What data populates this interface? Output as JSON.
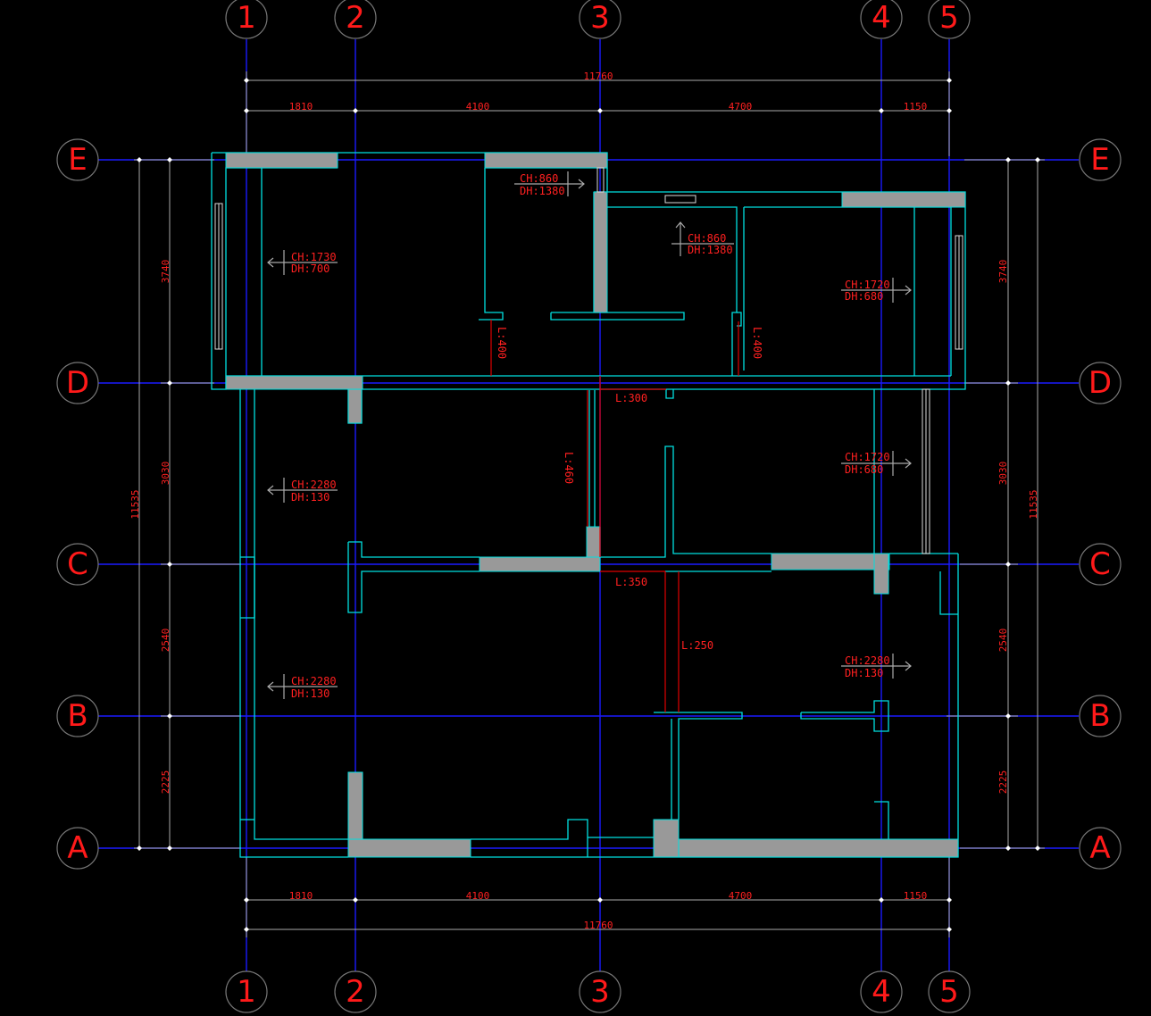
{
  "column_axes": [
    "1",
    "2",
    "3",
    "4",
    "5"
  ],
  "row_axes": [
    "E",
    "D",
    "C",
    "B",
    "A"
  ],
  "dimensions": {
    "total_horizontal": "11760",
    "horizontal_segments": [
      "1810",
      "4100",
      "4700",
      "1150"
    ],
    "total_vertical": "11535",
    "vertical_segments": [
      "3740",
      "3030",
      "2540",
      "2225"
    ]
  },
  "ceiling_notes": [
    {
      "ch": "CH:1730",
      "dh": "DH:700"
    },
    {
      "ch": "CH:860",
      "dh": "DH:1380"
    },
    {
      "ch": "CH:860",
      "dh": "DH:1380"
    },
    {
      "ch": "CH:1720",
      "dh": "DH:680"
    },
    {
      "ch": "CH:2280",
      "dh": "DH:130"
    },
    {
      "ch": "CH:1720",
      "dh": "DH:680"
    },
    {
      "ch": "CH:2280",
      "dh": "DH:130"
    },
    {
      "ch": "CH:2280",
      "dh": "DH:130"
    }
  ],
  "length_labels": [
    "L:400",
    "L:400",
    "L:300",
    "L:460",
    "L:350",
    "L:250"
  ],
  "colors": {
    "background": "#000000",
    "axis_line": "#1a1aff",
    "axis_label": "#ff1a1a",
    "wall": "#00e0e0",
    "hatch": "#999999",
    "annotation": "#ff2020"
  }
}
